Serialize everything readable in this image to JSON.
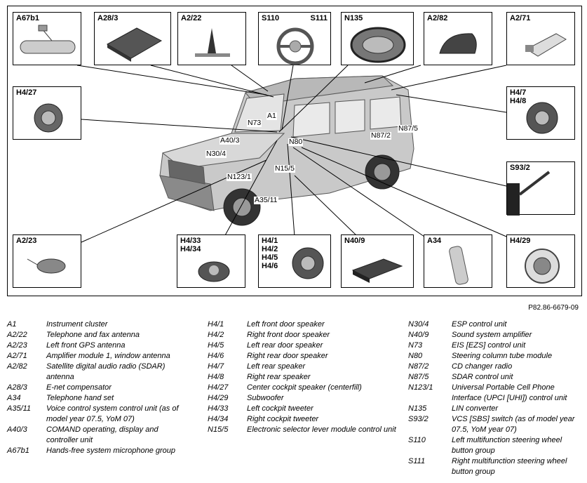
{
  "figure_ref": "P82.86-6679-09",
  "boxes": {
    "a67b1": "A67b1",
    "a28_3": "A28/3",
    "a2_22": "A2/22",
    "s110": "S110",
    "s111": "S111",
    "n135": "N135",
    "a2_82": "A2/82",
    "a2_71": "A2/71",
    "h4_27": "H4/27",
    "h4_7_8": "H4/7\nH4/8",
    "s93_2": "S93/2",
    "a2_23": "A2/23",
    "h4_33_34": "H4/33\nH4/34",
    "h4_1_2_5_6": "H4/1\nH4/2\nH4/5\nH4/6",
    "n40_9": "N40/9",
    "a34": "A34",
    "h4_29": "H4/29"
  },
  "callouts": {
    "a1": "A1",
    "n73": "N73",
    "a40_3": "A40/3",
    "n30_4": "N30/4",
    "n80": "N80",
    "n87_2": "N87/2",
    "n87_5": "N87/5",
    "n15_5": "N15/5",
    "n123_1": "N123/1",
    "a35_11": "A35/11"
  },
  "legend": {
    "col1": [
      {
        "code": "A1",
        "desc": "Instrument cluster"
      },
      {
        "code": "A2/22",
        "desc": "Telephone and fax antenna"
      },
      {
        "code": "A2/23",
        "desc": "Left front GPS antenna"
      },
      {
        "code": "A2/71",
        "desc": "Amplifier module 1, window antenna"
      },
      {
        "code": "A2/82",
        "desc": "Satellite digital audio radio (SDAR) antenna"
      },
      {
        "code": "A28/3",
        "desc": "E-net compensator"
      },
      {
        "code": "A34",
        "desc": "Telephone hand set"
      },
      {
        "code": "A35/11",
        "desc": "Voice control system control unit (as of model year 07.5, YoM 07)"
      },
      {
        "code": "A40/3",
        "desc": "COMAND operating, display and controller unit"
      },
      {
        "code": "A67b1",
        "desc": "Hands-free system microphone group"
      }
    ],
    "col2": [
      {
        "code": "H4/1",
        "desc": "Left front door speaker"
      },
      {
        "code": "H4/2",
        "desc": "Right front door speaker"
      },
      {
        "code": "H4/5",
        "desc": "Left rear door speaker"
      },
      {
        "code": "H4/6",
        "desc": "Right rear door speaker"
      },
      {
        "code": "H4/7",
        "desc": "Left rear speaker"
      },
      {
        "code": "H4/8",
        "desc": "Right rear speaker"
      },
      {
        "code": "H4/27",
        "desc": "Center cockpit speaker (centerfill)"
      },
      {
        "code": "H4/29",
        "desc": "Subwoofer"
      },
      {
        "code": "H4/33",
        "desc": "Left cockpit tweeter"
      },
      {
        "code": "H4/34",
        "desc": "Right cockpit tweeter"
      },
      {
        "code": "N15/5",
        "desc": "Electronic selector lever module control unit"
      }
    ],
    "col3": [
      {
        "code": "N30/4",
        "desc": "ESP control unit"
      },
      {
        "code": "N40/9",
        "desc": "Sound system amplifier"
      },
      {
        "code": "N73",
        "desc": "EIS [EZS] control unit"
      },
      {
        "code": "N80",
        "desc": "Steering column tube module"
      },
      {
        "code": "N87/2",
        "desc": "CD changer radio"
      },
      {
        "code": "N87/5",
        "desc": "SDAR control unit"
      },
      {
        "code": "N123/1",
        "desc": "Universal Portable Cell Phone Interface (UPCI [UHI]) control unit"
      },
      {
        "code": "N135",
        "desc": "LIN converter"
      },
      {
        "code": "S93/2",
        "desc": "VCS [SBS] switch (as of model year 07.5, YoM year 07)"
      },
      {
        "code": "S110",
        "desc": "Left multifunction steering wheel button group"
      },
      {
        "code": "S111",
        "desc": "Right multifunction steering wheel button group"
      }
    ]
  }
}
